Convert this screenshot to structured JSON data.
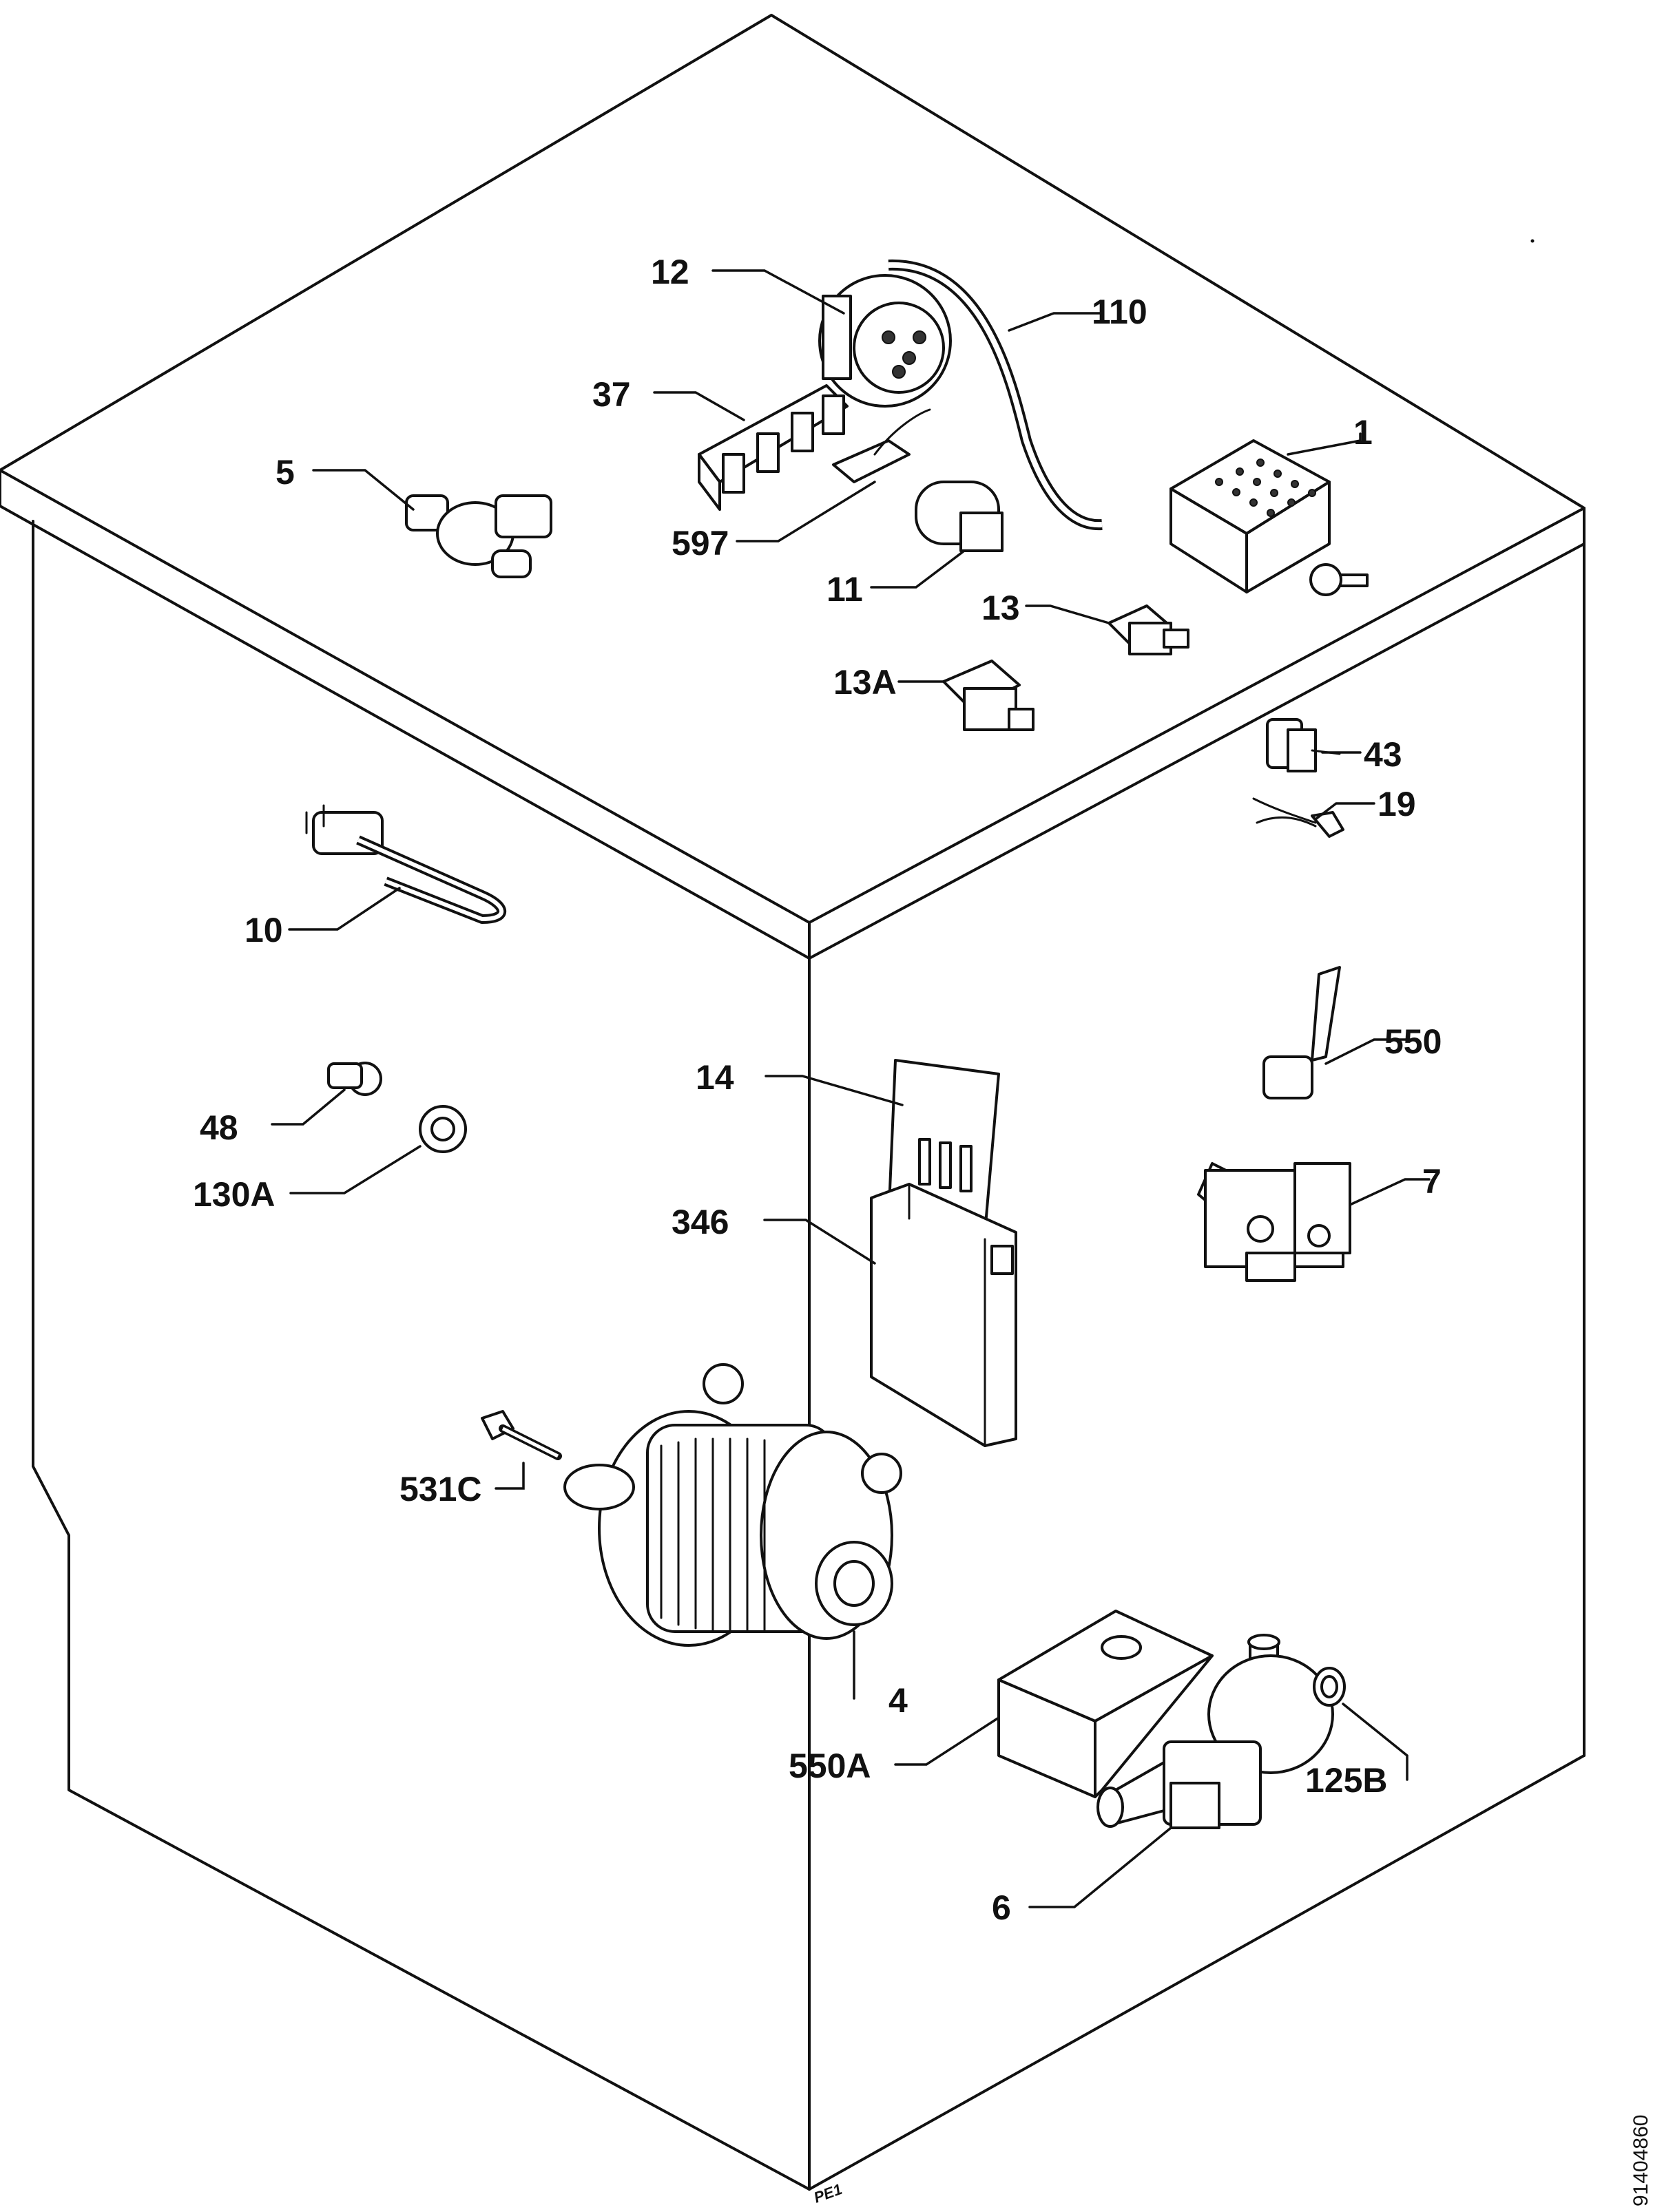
{
  "labels": {
    "l12": "12",
    "l110": "110",
    "l37": "37",
    "l1": "1",
    "l5": "5",
    "l597": "597",
    "l11": "11",
    "l13": "13",
    "l13a": "13A",
    "l43": "43",
    "l19": "19",
    "l10": "10",
    "l550": "550",
    "l14": "14",
    "l48": "48",
    "l130a": "130A",
    "l346": "346",
    "l7": "7",
    "l531c": "531C",
    "l4": "4",
    "l550a": "550A",
    "l125b": "125B",
    "l6": "6"
  },
  "doc_code": "91404860",
  "corner_note": "PE1"
}
